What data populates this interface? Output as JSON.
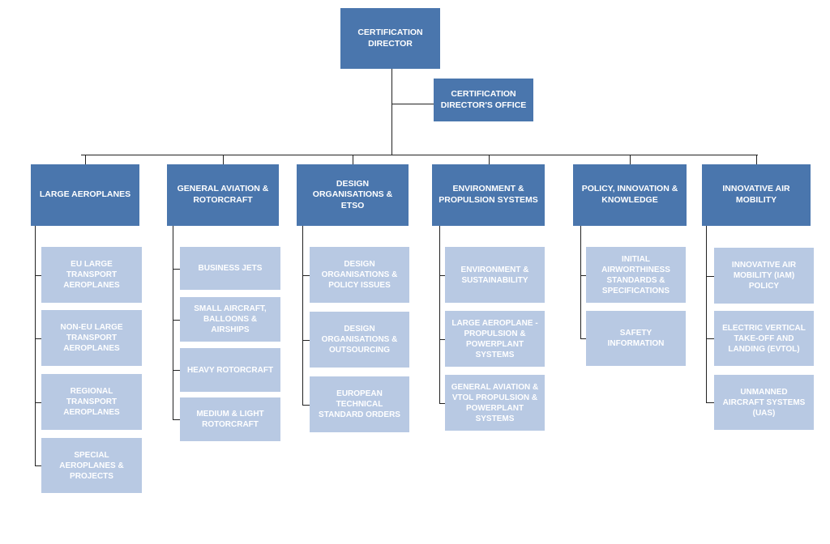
{
  "org_chart": {
    "director": {
      "label": "CERTIFICATION DIRECTOR"
    },
    "director_office": {
      "label": "CERTIFICATION DIRECTOR'S OFFICE"
    },
    "departments": [
      {
        "label": "LARGE AEROPLANES",
        "units": [
          "EU LARGE TRANSPORT AEROPLANES",
          "NON-EU LARGE TRANSPORT AEROPLANES",
          "REGIONAL TRANSPORT AEROPLANES",
          "SPECIAL AEROPLANES & PROJECTS"
        ]
      },
      {
        "label": "GENERAL AVIATION & ROTORCRAFT",
        "units": [
          "BUSINESS JETS",
          "SMALL AIRCRAFT, BALLOONS & AIRSHIPS",
          "HEAVY ROTORCRAFT",
          "MEDIUM & LIGHT ROTORCRAFT"
        ]
      },
      {
        "label": "DESIGN ORGANISATIONS & ETSO",
        "units": [
          "DESIGN ORGANISATIONS & POLICY ISSUES",
          "DESIGN ORGANISATIONS & OUTSOURCING",
          "EUROPEAN TECHNICAL STANDARD ORDERS"
        ]
      },
      {
        "label": "ENVIRONMENT & PROPULSION SYSTEMS",
        "units": [
          "ENVIRONMENT & SUSTAINABILITY",
          "LARGE AEROPLANE - PROPULSION & POWERPLANT SYSTEMS",
          "GENERAL AVIATION & VTOL PROPULSION & POWERPLANT SYSTEMS"
        ]
      },
      {
        "label": "POLICY, INNOVATION & KNOWLEDGE",
        "units": [
          "INITIAL AIRWORTHINESS STANDARDS & SPECIFICATIONS",
          "SAFETY INFORMATION"
        ]
      },
      {
        "label": "INNOVATIVE AIR MOBILITY",
        "units": [
          "INNOVATIVE AIR MOBILITY (IAM) POLICY",
          "ELECTRIC VERTICAL TAKE-OFF AND LANDING (EVTOL)",
          "UNMANNED AIRCRAFT SYSTEMS (UAS)"
        ]
      }
    ]
  },
  "colors": {
    "dark_box": "#4a76ad",
    "light_box": "#b8c9e3",
    "connector": "#222222"
  }
}
